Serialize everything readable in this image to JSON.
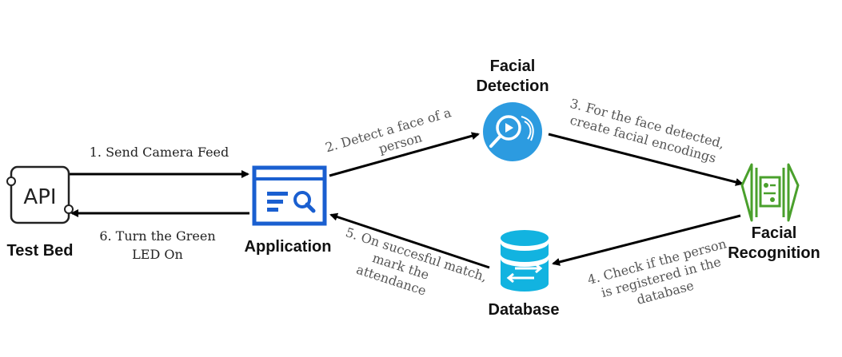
{
  "nodes": {
    "test_bed": {
      "label": "Test Bed",
      "icon": "api-icon",
      "icon_text": "API"
    },
    "application": {
      "label": "Application",
      "icon": "application-search-icon",
      "color": "#1a5fd0"
    },
    "facial_detection": {
      "label_line1": "Facial",
      "label_line2": "Detection",
      "icon": "face-search-icon",
      "color": "#2c9be0"
    },
    "facial_recognition": {
      "label_line1": "Facial",
      "label_line2": "Recognition",
      "icon": "recognition-gate-icon",
      "color": "#4aa02c"
    },
    "database": {
      "label": "Database",
      "icon": "database-icon",
      "color": "#12b3e0"
    }
  },
  "steps": {
    "step1": {
      "line1": "1. Send Camera Feed"
    },
    "step2": {
      "line1": "2. Detect a face of a",
      "line2": "person"
    },
    "step3": {
      "line1": "3. For the face detected,",
      "line2": "create facial encodings"
    },
    "step4": {
      "line1": "4. Check if the person",
      "line2": "is registered in the",
      "line3": "database"
    },
    "step5": {
      "line1": "5. On succesful match,",
      "line2": "mark the",
      "line3": "attendance"
    },
    "step6": {
      "line1": "6. Turn the Green",
      "line2": "LED On"
    }
  }
}
